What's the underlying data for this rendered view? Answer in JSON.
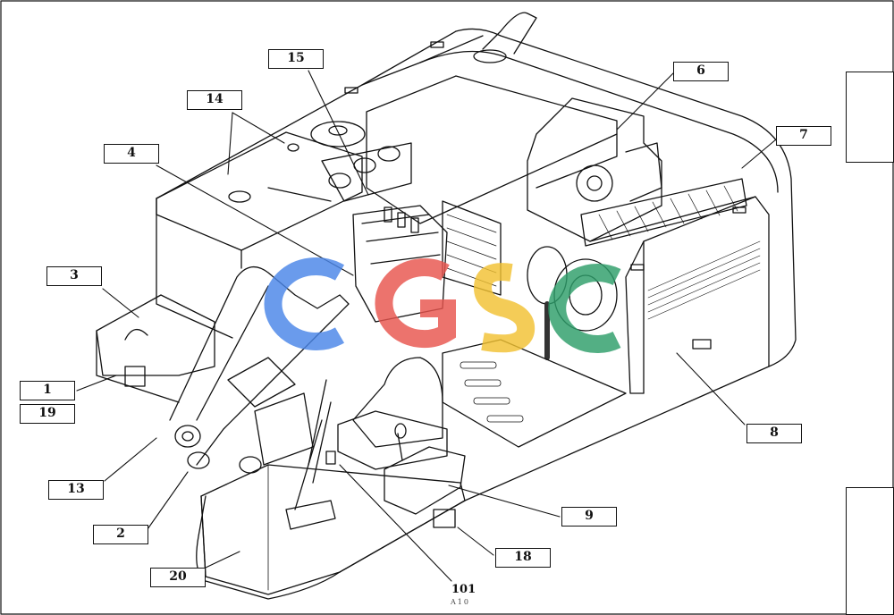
{
  "callouts": {
    "c1": "1",
    "c19": "19",
    "c2": "2",
    "c3": "3",
    "c4": "4",
    "c6": "6",
    "c7": "7",
    "c8": "8",
    "c9": "9",
    "c13": "13",
    "c14": "14",
    "c15": "15",
    "c18": "18",
    "c20": "20"
  },
  "free_labels": {
    "c101": "101",
    "sheet_ref": "A10"
  },
  "watermark": {
    "colors": [
      "#4a86e8",
      "#e8554e",
      "#f2c233",
      "#2e9e6a"
    ]
  }
}
